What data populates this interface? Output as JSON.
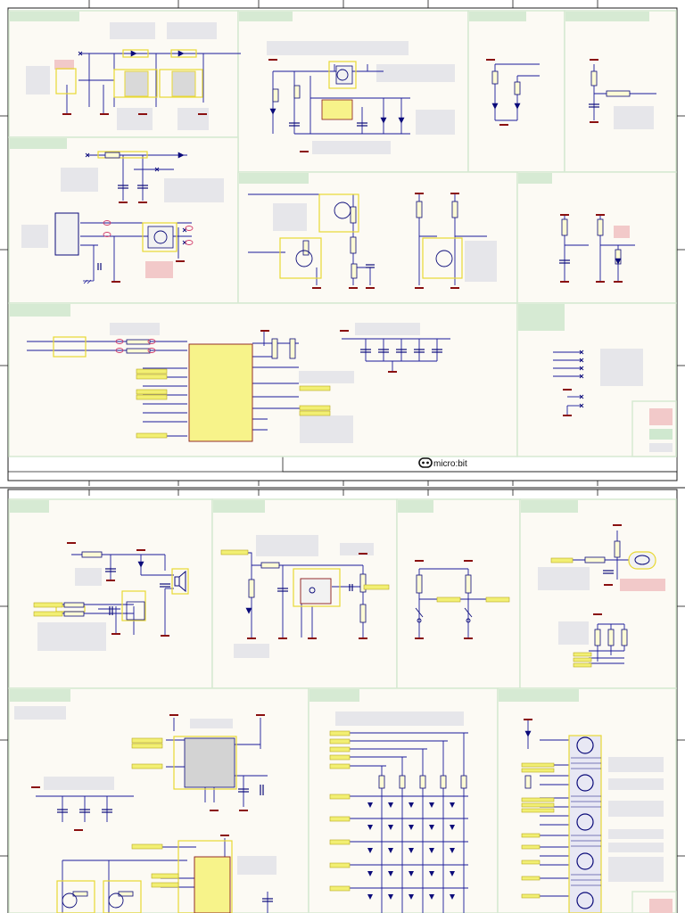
{
  "sheet": {
    "logo_text": "micro:bit",
    "frame_color": "#1c1c1c",
    "block_bg": "#fcfaf4",
    "block_border": "#d6e9d2",
    "title_tab_color": "#d6ead3",
    "wire_color": "#1a1a9a",
    "component_color": "#0b0b7a",
    "highlight_color": "#f2ef73",
    "ground_color": "#8a1010",
    "note_color": "#e6e6ea",
    "ic_body_color": "#f7f38a",
    "ic_border_color": "#8a1a1a",
    "legend_colors": [
      "#f2c9c9",
      "#cfe8cf",
      "#e6e6ea"
    ]
  },
  "pages": [
    {
      "name": "page-1",
      "block_count": 10
    },
    {
      "name": "page-2",
      "block_count": 8
    }
  ]
}
